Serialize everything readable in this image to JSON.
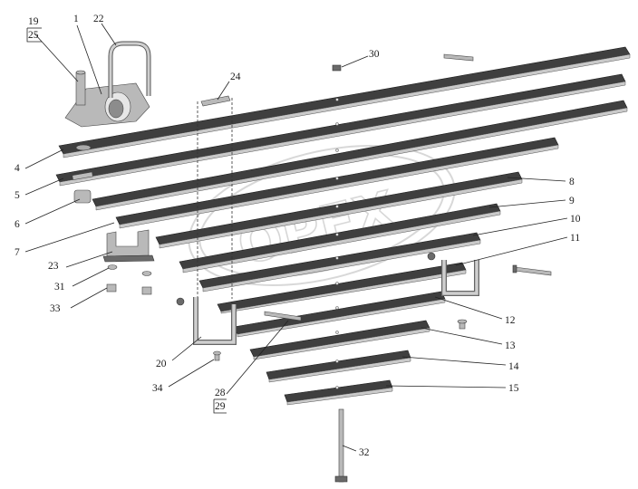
{
  "watermark": {
    "text": "OPEX"
  },
  "callouts": [
    {
      "id": "c19",
      "text": "19"
    },
    {
      "id": "c25",
      "text": "25"
    },
    {
      "id": "c1",
      "text": "1"
    },
    {
      "id": "c22",
      "text": "22"
    },
    {
      "id": "c24",
      "text": "24"
    },
    {
      "id": "c30",
      "text": "30"
    },
    {
      "id": "c4",
      "text": "4"
    },
    {
      "id": "c5",
      "text": "5"
    },
    {
      "id": "c6",
      "text": "6"
    },
    {
      "id": "c7",
      "text": "7"
    },
    {
      "id": "c8",
      "text": "8"
    },
    {
      "id": "c9",
      "text": "9"
    },
    {
      "id": "c10",
      "text": "10"
    },
    {
      "id": "c11",
      "text": "11"
    },
    {
      "id": "c12",
      "text": "12"
    },
    {
      "id": "c13",
      "text": "13"
    },
    {
      "id": "c14",
      "text": "14"
    },
    {
      "id": "c15",
      "text": "15"
    },
    {
      "id": "c20",
      "text": "20"
    },
    {
      "id": "c23",
      "text": "23"
    },
    {
      "id": "c31",
      "text": "31"
    },
    {
      "id": "c33",
      "text": "33"
    },
    {
      "id": "c34",
      "text": "34"
    },
    {
      "id": "c28",
      "text": "28"
    },
    {
      "id": "c29",
      "text": "29"
    },
    {
      "id": "c32",
      "text": "32"
    }
  ]
}
